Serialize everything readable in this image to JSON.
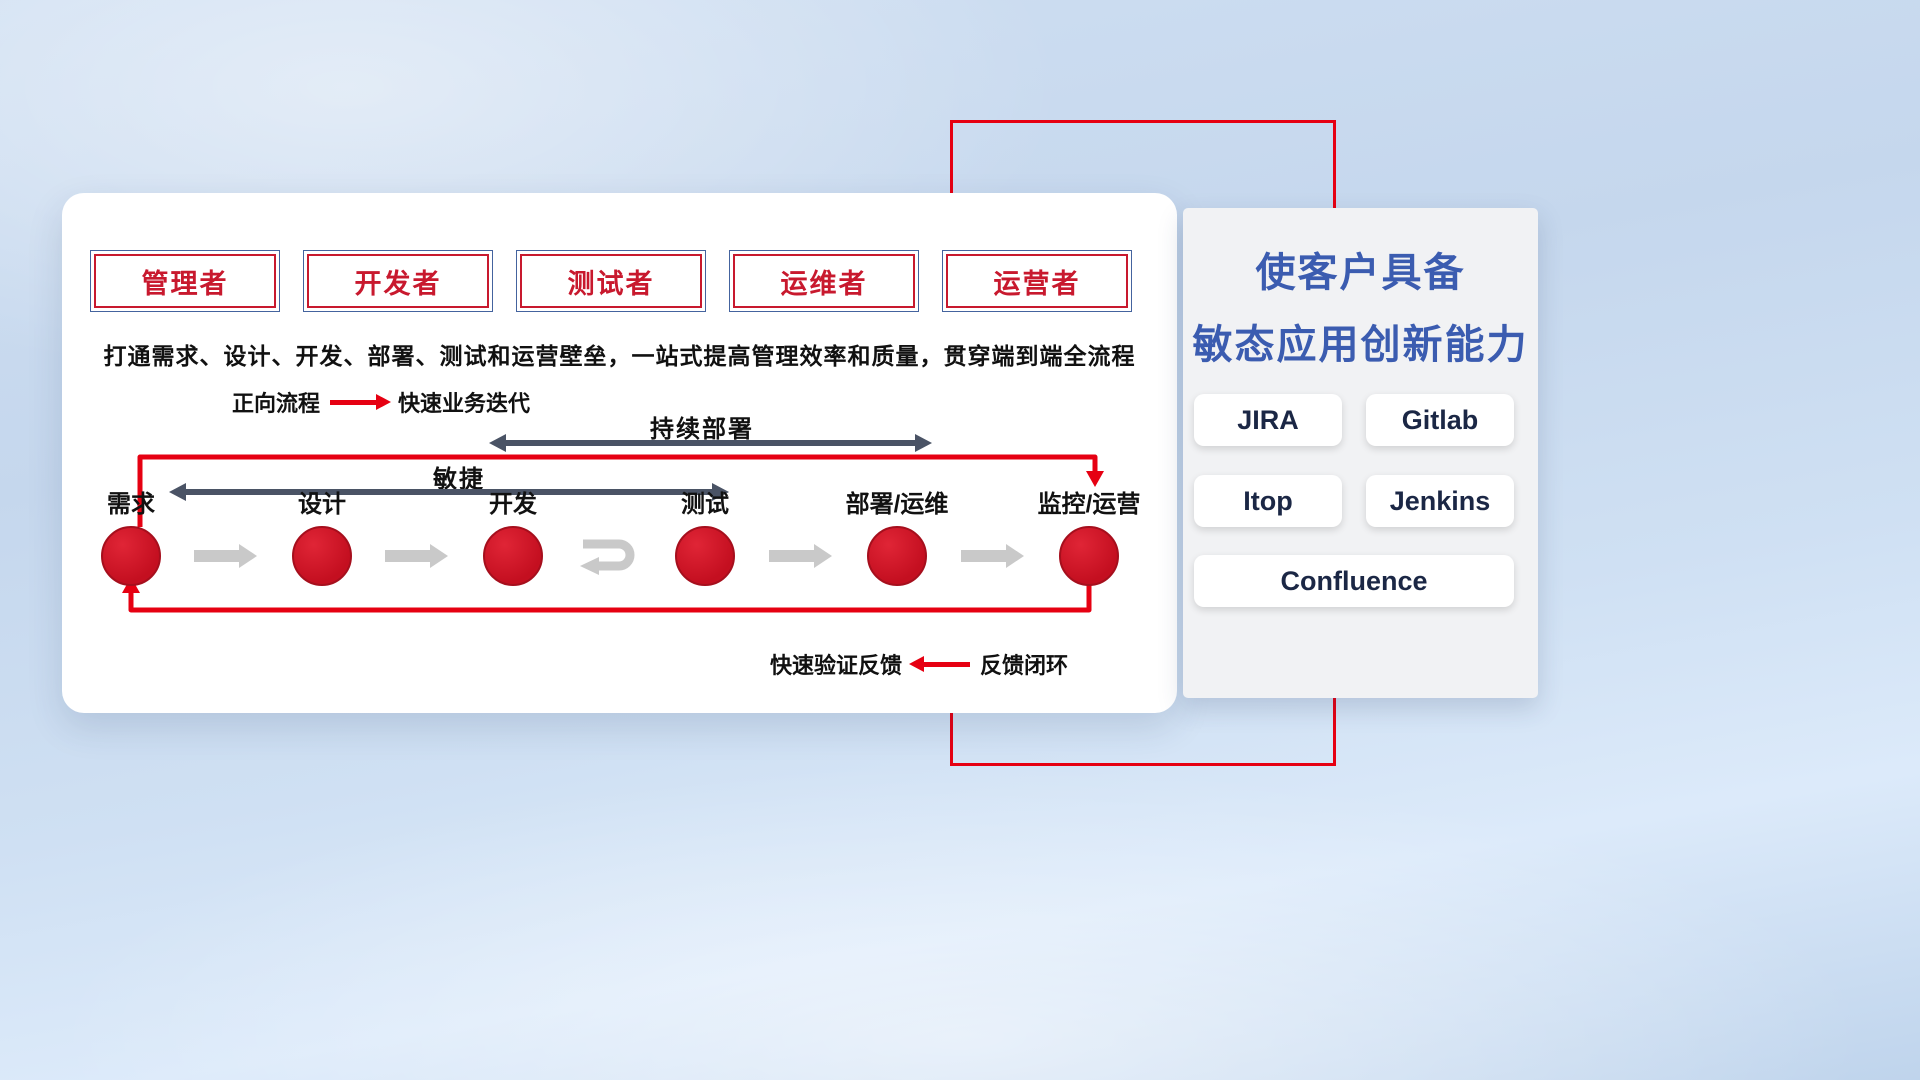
{
  "card": {
    "roles": [
      "管理者",
      "开发者",
      "测试者",
      "运维者",
      "运营者"
    ],
    "subtitle": "打通需求、设计、开发、部署、测试和运营壁垒，一站式提高管理效率和质量，贯穿端到端全流程",
    "legend_forward_label": "正向流程",
    "legend_forward_desc": "快速业务迭代",
    "cd_label": "持续部署",
    "agile_label": "敏捷",
    "stages": [
      "需求",
      "设计",
      "开发",
      "测试",
      "部署/运维",
      "监控/运营"
    ],
    "legend_feedback_label": "快速验证反馈",
    "legend_feedback_desc": "反馈闭环"
  },
  "panel": {
    "title_line1": "使客户具备",
    "title_line2": "敏态应用创新能力",
    "tools": [
      "JIRA",
      "Gitlab",
      "Itop",
      "Jenkins",
      "Confluence"
    ]
  },
  "colors": {
    "accent_red": "#e60012",
    "role_red": "#c8192e",
    "title_blue": "#3b5cb0",
    "arrow_dark": "#4a5365",
    "arrow_gray": "#c9c9c9"
  }
}
